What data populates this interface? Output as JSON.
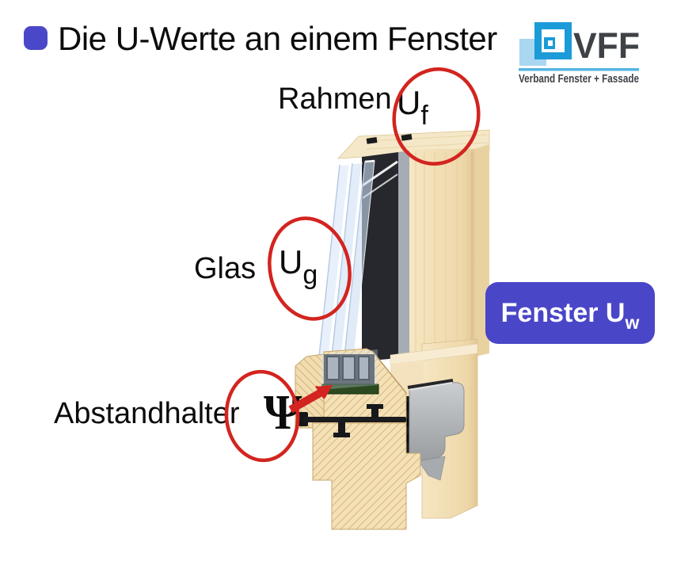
{
  "title": {
    "text": "Die U-Werte an einem Fenster"
  },
  "logo": {
    "name": "VFF",
    "tagline": "Verband Fenster + Fassade"
  },
  "annotations": {
    "rahmen": {
      "label": "Rahmen",
      "symbol_base": "U",
      "symbol_sub": "f"
    },
    "glas": {
      "label": "Glas",
      "symbol_base": "U",
      "symbol_sub": "g"
    },
    "abstandhalter": {
      "label": "Abstandhalter",
      "symbol": "Ψ"
    }
  },
  "result_badge": {
    "text": "Fenster U",
    "sub": "w"
  },
  "illustration": {
    "subject": "window-corner-cross-section",
    "parts": [
      "glass-panes",
      "glazing-cavity",
      "wood-frame",
      "spacer-bar",
      "gaskets",
      "aluminum-rain-rail"
    ]
  },
  "colors": {
    "accent_red": "#d3241f",
    "badge_blue": "#4a46c8",
    "bullet_blue": "#4a48c8",
    "logo_blue": "#1b9bd7",
    "logo_light_blue": "#a9d6f0",
    "logo_text_gray": "#3e4246",
    "wood_light": "#f3e0b6",
    "spacer_green": "#2b4a1f",
    "aluminum_gray": "#b2b5b8",
    "glass_blue": "#dce9f7",
    "cavity_dark": "#26282d"
  }
}
